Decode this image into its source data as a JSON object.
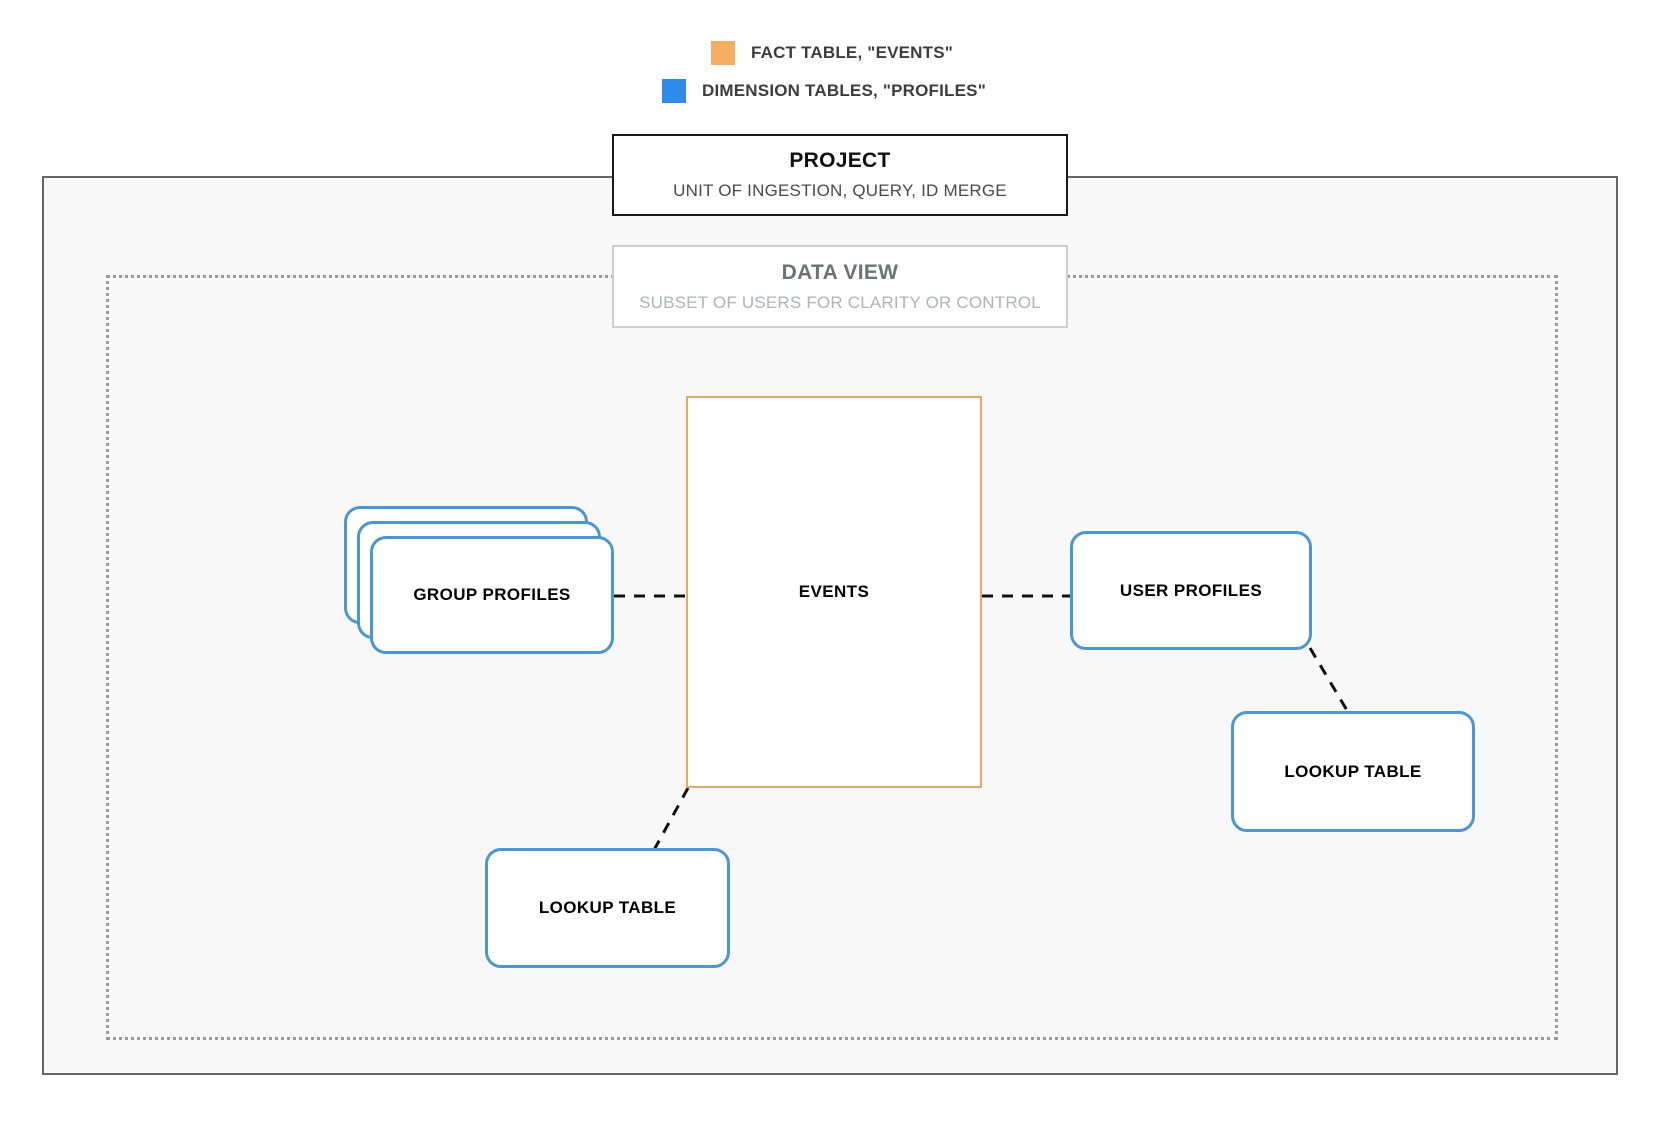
{
  "legend": {
    "items": [
      {
        "label": "FACT TABLE, \"EVENTS\"",
        "color": "#f5ae61",
        "icon": "orange-square-swatch"
      },
      {
        "label": "DIMENSION TABLES, \"PROFILES\"",
        "color": "#2d8ceb",
        "icon": "blue-square-swatch"
      }
    ]
  },
  "project": {
    "title": "PROJECT",
    "subtitle": "UNIT OF INGESTION, QUERY, ID MERGE",
    "border_color": "#1a1a1a",
    "fill_color": "#f8f8f8"
  },
  "data_view": {
    "title": "DATA VIEW",
    "subtitle": "SUBSET OF USERS FOR CLARITY OR CONTROL",
    "border_color": "#9a9a9a"
  },
  "nodes": {
    "group_profiles": {
      "label": "GROUP PROFILES",
      "kind": "dimension",
      "color": "#4a97d2",
      "stacked": "3"
    },
    "events": {
      "label": "EVENTS",
      "kind": "fact",
      "color": "#e3ab68"
    },
    "user_profiles": {
      "label": "USER PROFILES",
      "kind": "dimension",
      "color": "#4a97d2"
    },
    "lookup_table_left": {
      "label": "LOOKUP TABLE",
      "kind": "dimension",
      "color": "#4a97d2"
    },
    "lookup_table_right": {
      "label": "LOOKUP TABLE",
      "kind": "dimension",
      "color": "#4a97d2"
    }
  },
  "connectors": {
    "stroke_color": "#111111",
    "edges": [
      {
        "from": "group_profiles",
        "to": "events",
        "style": "dashed"
      },
      {
        "from": "events",
        "to": "user_profiles",
        "style": "dashed"
      },
      {
        "from": "events",
        "to": "lookup_table_left",
        "style": "dashed"
      },
      {
        "from": "user_profiles",
        "to": "lookup_table_right",
        "style": "dashed"
      }
    ]
  }
}
